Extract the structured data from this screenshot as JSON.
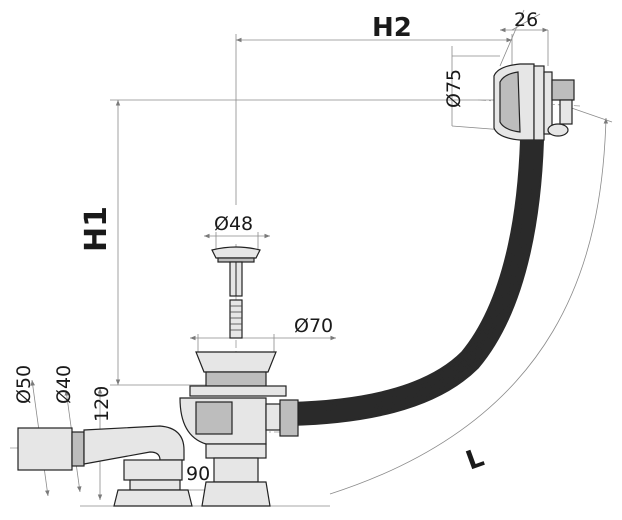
{
  "diagram": {
    "labels": {
      "h1": "H1",
      "h2": "H2",
      "l": "L",
      "d26": "26",
      "d75": "Ø75",
      "d48": "Ø48",
      "d70": "Ø70",
      "d50": "Ø50",
      "d40": "Ø40",
      "d120": "120",
      "d90": "90"
    },
    "colors": {
      "line": "#222222",
      "dimension": "#8a8a8a",
      "fill_light": "#e6e6e6",
      "fill_dark": "#bdbdbd"
    }
  }
}
